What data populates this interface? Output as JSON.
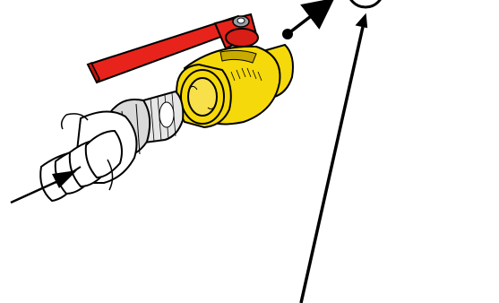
{
  "diagram": {
    "parts": [
      {
        "name": "red-handle",
        "color": "#e8231b"
      },
      {
        "name": "ball-valve-body",
        "color": "#f5d90a"
      },
      {
        "name": "handle-bolt",
        "color": "#9aa0a6"
      },
      {
        "name": "hex-nipple",
        "color": "#e6e6e6"
      },
      {
        "name": "hose-barb-adapter",
        "color": "#ffffff"
      }
    ],
    "colors": {
      "outline": "#000000",
      "background": "#ffffff",
      "brass": "#f5d90a",
      "brass_shadow": "#c9ab00",
      "handle_red": "#e8231b",
      "metal_grey": "#d9d9d9"
    },
    "arrows": [
      {
        "name": "flow-in-arrow",
        "direction": "up-right"
      },
      {
        "name": "flow-out-arrow",
        "direction": "up-right"
      },
      {
        "name": "leader-arrow",
        "direction": "up"
      }
    ]
  }
}
